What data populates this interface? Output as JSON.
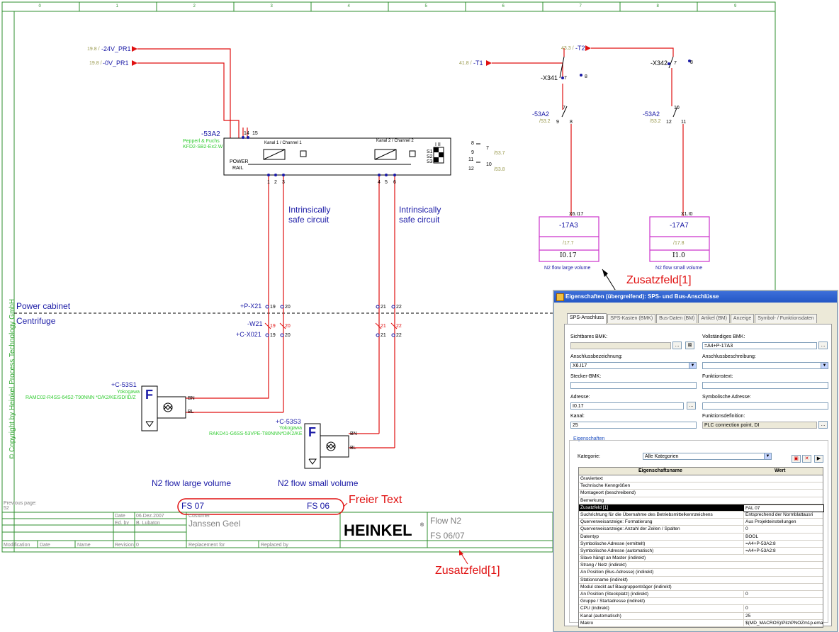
{
  "column_numbers": [
    "0",
    "1",
    "2",
    "3",
    "4",
    "5",
    "6",
    "7",
    "8",
    "9"
  ],
  "copyright": "© Copyright by Heinkel Process Technology GmbH",
  "supply": {
    "p24": {
      "ref": "19.8 /",
      "name": "-24V_PR1"
    },
    "p0": {
      "ref": "19.8 /",
      "name": "-0V_PR1"
    },
    "t1": {
      "ref": "41.8 /",
      "name": "-T1"
    },
    "t2": {
      "ref": "43.3 /",
      "name": "-T2"
    }
  },
  "barrier": {
    "tag": "-53A2",
    "maker": "Pepperl & Fuchs",
    "type": "KFD2-SB2-Ex2.W",
    "power_rail": "POWER",
    "power_rail2": "RAIL",
    "channel1": "Kanal 1 / Channel 1",
    "channel2": "Kanal 2 / Channel 2",
    "term_top": "14",
    "term_top2": "15",
    "term1": "1",
    "term2": "2",
    "term3": "3",
    "term4": "4",
    "term5": "5",
    "term6": "6",
    "switch_hdr": "I II",
    "s1": "S1",
    "s2": "S2",
    "s3": "S3"
  },
  "contacts": {
    "c8": "8",
    "c7": "7",
    "c9": "9",
    "c11": "11",
    "c10": "10",
    "c12": "12",
    "ref_a": "/53.7",
    "ref_b": "/53.8"
  },
  "safe_circuit": "Intrinsically",
  "safe_circuit2": "safe circuit",
  "right": {
    "x341": "-X341",
    "x342": "-X342",
    "x341_7": "7",
    "x341_8": "8",
    "x342_7": "7",
    "x342_8": "8",
    "k1_tag": "-53A2",
    "k1_ref": "/53.2",
    "k1_7": "7",
    "k1_9": "9",
    "k1_8": "8",
    "k2_tag": "-53A2",
    "k2_ref": "/53.2",
    "k2_10": "10",
    "k2_12": "12",
    "k2_11": "11",
    "plc1_addr": "X6.I17",
    "plc1_tag": "-17A3",
    "plc1_ref": "/17.7",
    "plc1_io": "I0.17",
    "plc1_desc": "N2 flow large volume",
    "plc2_addr": "X1.I0",
    "plc2_tag": "-17A7",
    "plc2_ref": "/17.8",
    "plc2_io": "I1.0",
    "plc2_desc": "N2 flow small volume"
  },
  "zones": {
    "upper": "Power cabinet",
    "lower": "Centrifuge"
  },
  "terminals": {
    "px21": "+P-X21",
    "w21": "-W21",
    "cx021": "+C-X021",
    "t19": "19",
    "t20": "20",
    "t21": "21",
    "t22": "22"
  },
  "sensor1": {
    "tag": "+C-53S1",
    "maker": "Yokogawa",
    "type": "RAMC02-R4SS-64S2-T90NNN *D/K2/KE/SD/ID/Z",
    "bn": "BN",
    "bl": "BL",
    "letter": "F",
    "caption": "N2 flow large volume"
  },
  "sensor2": {
    "tag": "+C-53S3",
    "maker": "Yokogawa",
    "type": "RAKD41-G6SS-53VPE-T80NNN*D/K2/KE",
    "bn": "BN",
    "bl": "BL",
    "letter": "F",
    "caption": "N2 flow small volume"
  },
  "title_block": {
    "prev_page": "Previous page:",
    "prev_page_val": "52",
    "fs_left": "FS 07",
    "fs_right": "FS 06",
    "date_lbl": "Date",
    "date_val": "06.Dez.2007",
    "ed_lbl": "Ed. by",
    "ed_val": "B. Lubaton",
    "customer_lbl": "Customer",
    "customer_val": "Janssen Geel",
    "logo": "HEINKEL",
    "flow": "Flow N2",
    "fs_page": "FS 06/07",
    "modification": "Modification",
    "date2": "Date",
    "name": "Name",
    "revision": "Revision",
    "revision_val": "0",
    "replacement_for": "Replacement for",
    "replaced_by": "Replaced by"
  },
  "annotations": {
    "freier_text": "Freier Text",
    "zusatzfeld_top": "Zusatzfeld[1]",
    "zusatzfeld_bottom": "Zusatzfeld[1]"
  },
  "dialog": {
    "title": "Eigenschaften (übergreifend): SPS- und Bus-Anschlüsse",
    "tabs": [
      "SPS-Anschluss",
      "SPS-Kasten (BMK)",
      "Bus-Daten (BM)",
      "Artikel (BM)",
      "Anzeige",
      "Symbol- / Funktionsdaten"
    ],
    "sichtbares_bmk_lbl": "Sichtbares BMK:",
    "vollst_bmk_lbl": "Vollständiges BMK:",
    "vollst_bmk_val": "=A4+P-17A3",
    "anschlussbez_lbl": "Anschlussbezeichnung:",
    "anschlussbez_val": "X6.I17",
    "anschlussbeschr_lbl": "Anschlussbeschreibung:",
    "stecker_lbl": "Stecker-BMK:",
    "funktionstext_lbl": "Funktionstext:",
    "adresse_lbl": "Adresse:",
    "adresse_val": "I0.17",
    "symb_adresse_lbl": "Symbolische Adresse:",
    "kanal_lbl": "Kanal:",
    "kanal_val": "25",
    "funktionsdef_lbl": "Funktionsdefinition:",
    "funktionsdef_val": "PLC connection point, DI",
    "eigenschaften_group": "Eigenschaften",
    "kategorie_lbl": "Kategorie:",
    "kategorie_val": "Alle Kategorien",
    "col_name": "Eigenschaftsname",
    "col_value": "Wert",
    "ellipsis": "...",
    "rows": [
      {
        "n": "Graviertext",
        "v": ""
      },
      {
        "n": "Technische Kenngrößen",
        "v": ""
      },
      {
        "n": "Montageort (beschreibend)",
        "v": ""
      },
      {
        "n": "Bemerkung",
        "v": ""
      },
      {
        "n": "Zusatzfeld [1]",
        "v": "FAL 07"
      },
      {
        "n": "Suchrichtung für die Übernahme des Betriebsmittelkennzeichens",
        "v": "Entsprechend der Normblattausri"
      },
      {
        "n": "Querverweisanzeige: Formatierung",
        "v": "Aus Projekteinstellungen"
      },
      {
        "n": "Querverweisanzeige: Anzahl der Zeilen / Spalten",
        "v": "0"
      },
      {
        "n": "Datentyp",
        "v": "BOOL"
      },
      {
        "n": "Symbolische Adresse (ermittelt)",
        "v": "=A4+P-53A2:8"
      },
      {
        "n": "Symbolische Adresse (automatisch)",
        "v": "=A4+P-53A2:8"
      },
      {
        "n": "Slave hängt an Master (indirekt)",
        "v": ""
      },
      {
        "n": "Strang / Netz (indirekt)",
        "v": ""
      },
      {
        "n": "An Position (Bus-Adresse) (indirekt)",
        "v": ""
      },
      {
        "n": "Stationsname (indirekt)",
        "v": ""
      },
      {
        "n": "Modul steckt auf Baugruppenträger (indirekt)",
        "v": ""
      },
      {
        "n": "An Position (Steckplatz) (indirekt)",
        "v": "0"
      },
      {
        "n": "Gruppe / Startadresse (indirekt)",
        "v": ""
      },
      {
        "n": "CPU (indirekt)",
        "v": "0"
      },
      {
        "n": "Kanal (automatisch)",
        "v": "25"
      },
      {
        "n": "Makro",
        "v": "$(MD_MACROS)\\Pilz\\PNOZm1p.ema"
      }
    ]
  },
  "colors": {
    "wire": "#e01010",
    "frame": "#2f8f2f",
    "plc_box": "#cc33cc",
    "text_blue": "#1a1aa6",
    "annot_red": "#e01010"
  }
}
